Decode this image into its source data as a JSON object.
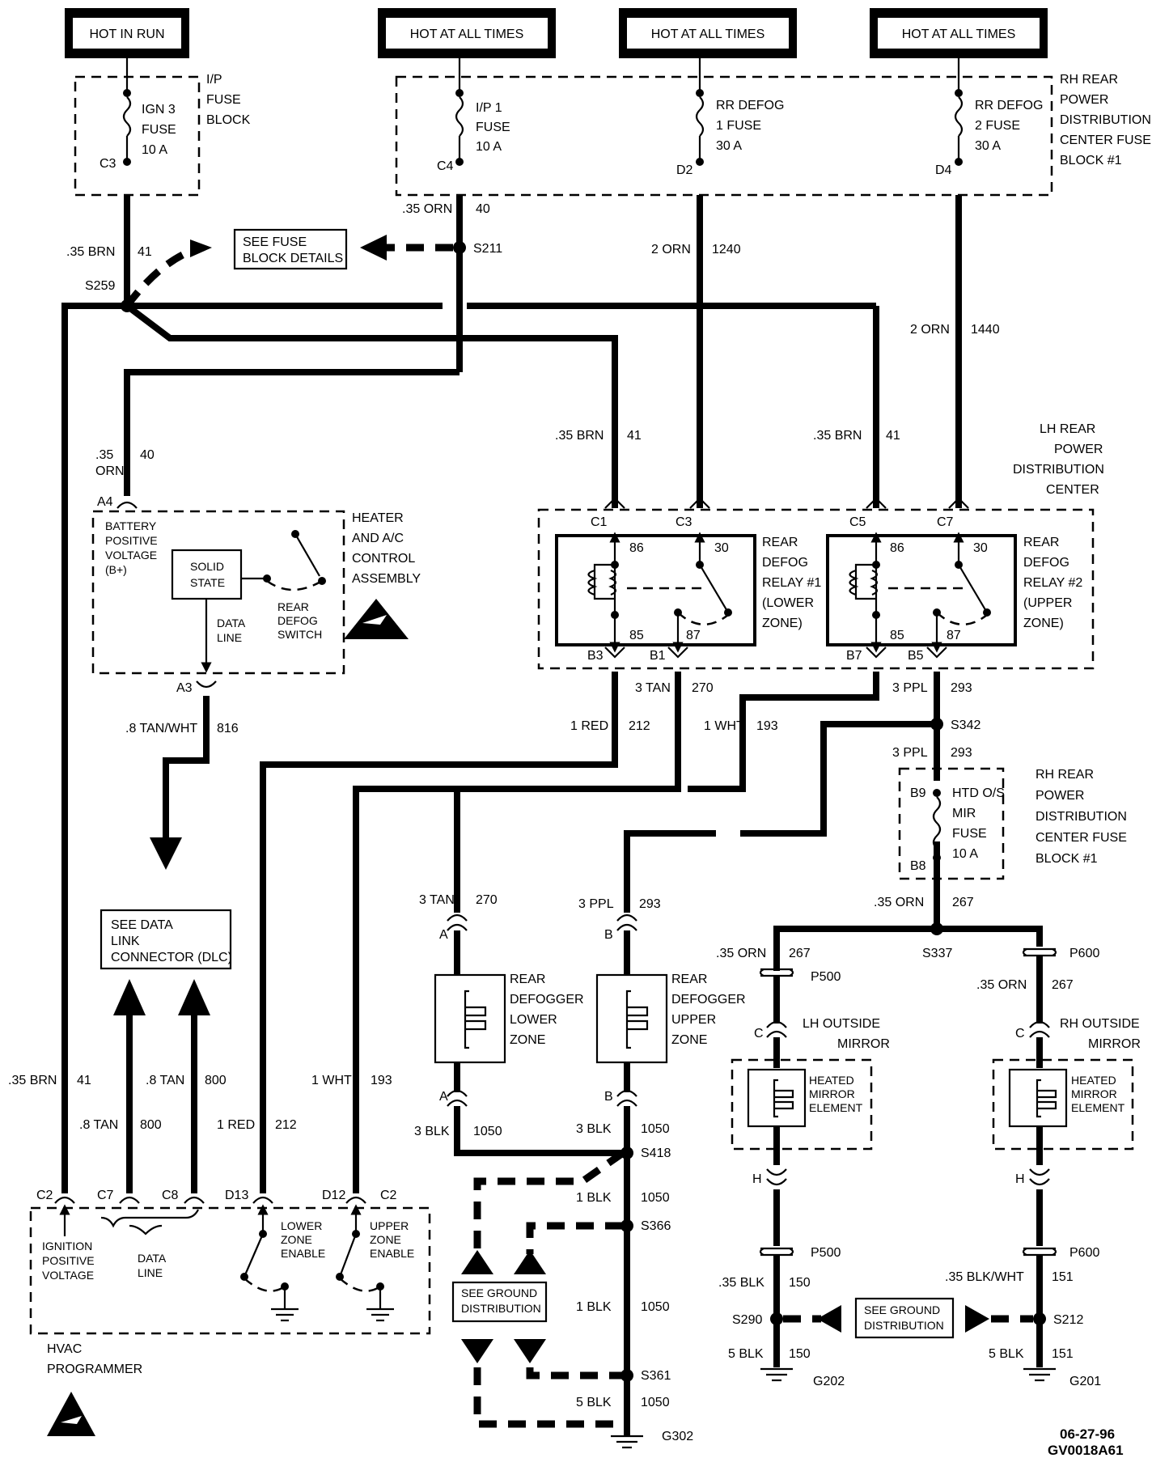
{
  "headers": [
    "HOT IN RUN",
    "HOT AT ALL TIMES",
    "HOT AT ALL TIMES",
    "HOT AT ALL TIMES"
  ],
  "ip_fuse_block": {
    "name": [
      "I/P",
      "FUSE",
      "BLOCK"
    ],
    "fuse": [
      "IGN 3",
      "FUSE",
      "10 A"
    ],
    "pin": "C3"
  },
  "rh_fuse_block": {
    "name": [
      "RH REAR",
      "POWER",
      "DISTRIBUTION",
      "CENTER FUSE",
      "BLOCK #1"
    ],
    "fuses": [
      {
        "label": [
          "I/P 1",
          "FUSE",
          "10 A"
        ],
        "pin": "C4"
      },
      {
        "label": [
          "RR DEFOG",
          "1 FUSE",
          "30 A"
        ],
        "pin": "D2"
      },
      {
        "label": [
          "RR DEFOG",
          "2 FUSE",
          "30 A"
        ],
        "pin": "D4"
      }
    ]
  },
  "fuse_details_note": [
    "SEE FUSE",
    "BLOCK DETAILS"
  ],
  "wire_labels": {
    "w35orn40_top": ".35 ORN",
    "c40": "40",
    "w35brn41": ".35 BRN",
    "c41": "41",
    "w2orn": "2 ORN",
    "c1240": "1240",
    "c1440": "1440",
    "w35orn_side": [
      ".35",
      "ORN"
    ],
    "w8tanwht": ".8 TAN/WHT",
    "c816": "816",
    "w3tan": "3 TAN",
    "c270": "270",
    "w3ppl": "3 PPL",
    "c293": "293",
    "w1red": "1 RED",
    "c212": "212",
    "w1wht": "1 WHT",
    "c193": "193",
    "w35orn": ".35 ORN",
    "c267": "267",
    "w8tan": ".8 TAN",
    "c800": "800",
    "w35brn_caps": ".35 BRN",
    "w3blk": "3 BLK",
    "c1050": "1050",
    "w1blk": "1 BLK",
    "w5blk": "5 BLK",
    "w35blk": ".35 BLK",
    "c150": "150",
    "w35blkwht": ".35 BLK/WHT",
    "c151": "151"
  },
  "splices": {
    "s259": "S259",
    "s211": "S211",
    "s342": "S342",
    "s337": "S337",
    "s418": "S418",
    "s366": "S366",
    "s361": "S361",
    "s290": "S290",
    "s212": "S212"
  },
  "grounds": {
    "g302": "G302",
    "g202": "G202",
    "g201": "G201"
  },
  "lh_power_center": [
    "LH REAR",
    "POWER",
    "DISTRIBUTION",
    "CENTER"
  ],
  "relay1": {
    "name": [
      "REAR",
      "DEFOG",
      "RELAY #1",
      "(LOWER",
      "ZONE)"
    ],
    "pins_top": [
      "C1",
      "C3"
    ],
    "pins_bottom": [
      "B3",
      "B1"
    ],
    "terms": [
      "86",
      "30",
      "85",
      "87"
    ]
  },
  "relay2": {
    "name": [
      "REAR",
      "DEFOG",
      "RELAY #2",
      "(UPPER",
      "ZONE)"
    ],
    "pins_top": [
      "C5",
      "C7"
    ],
    "pins_bottom": [
      "B7",
      "B5"
    ],
    "terms": [
      "86",
      "30",
      "85",
      "87"
    ]
  },
  "hvac_control": {
    "name": [
      "HEATER",
      "AND A/C",
      "CONTROL",
      "ASSEMBLY"
    ],
    "battery": [
      "BATTERY",
      "POSITIVE",
      "VOLTAGE",
      "(B+)"
    ],
    "solid_state": [
      "SOLID",
      "STATE"
    ],
    "data_line": [
      "DATA",
      "LINE"
    ],
    "switch": [
      "REAR",
      "DEFOG",
      "SWITCH"
    ],
    "pin_a4": "A4",
    "pin_a3": "A3"
  },
  "mirror_fuse": {
    "label": [
      "HTD O/S",
      "MIR",
      "FUSE",
      "10 A"
    ],
    "pins": [
      "B9",
      "B8"
    ],
    "block": [
      "RH REAR",
      "POWER",
      "DISTRIBUTION",
      "CENTER FUSE",
      "BLOCK #1"
    ]
  },
  "dlc_note": [
    "SEE DATA",
    "LINK",
    "CONNECTOR (DLC)"
  ],
  "defogger_lower": {
    "name": [
      "REAR",
      "DEFOGGER",
      "LOWER",
      "ZONE"
    ],
    "pin_top": "A",
    "pin_bottom": "A"
  },
  "defogger_upper": {
    "name": [
      "REAR",
      "DEFOGGER",
      "UPPER",
      "ZONE"
    ],
    "pin_top": "B",
    "pin_bottom": "B"
  },
  "lh_mirror": {
    "name": [
      "LH OUTSIDE",
      "MIRROR"
    ],
    "element": [
      "HEATED",
      "MIRROR",
      "ELEMENT"
    ],
    "conn_top": "P500",
    "conn_bottom": "P500",
    "pin_c": "C",
    "pin_h": "H"
  },
  "rh_mirror": {
    "name": [
      "RH OUTSIDE",
      "MIRROR"
    ],
    "element": [
      "HEATED",
      "MIRROR",
      "ELEMENT"
    ],
    "conn_top": "P600",
    "conn_bottom": "P600",
    "pin_c": "C",
    "pin_h": "H"
  },
  "ground_note": [
    "SEE GROUND",
    "DISTRIBUTION"
  ],
  "programmer": {
    "name": [
      "HVAC",
      "PROGRAMMER"
    ],
    "pins": [
      "C2",
      "C7",
      "C8",
      "D13",
      "D12",
      "C2"
    ],
    "ignition": [
      "IGNITION",
      "POSITIVE",
      "VOLTAGE"
    ],
    "data_line": [
      "DATA",
      "LINE"
    ],
    "lower_enable": [
      "LOWER",
      "ZONE",
      "ENABLE"
    ],
    "upper_enable": [
      "UPPER",
      "ZONE",
      "ENABLE"
    ]
  },
  "footer": [
    "06-27-96",
    "GV0018A61"
  ]
}
